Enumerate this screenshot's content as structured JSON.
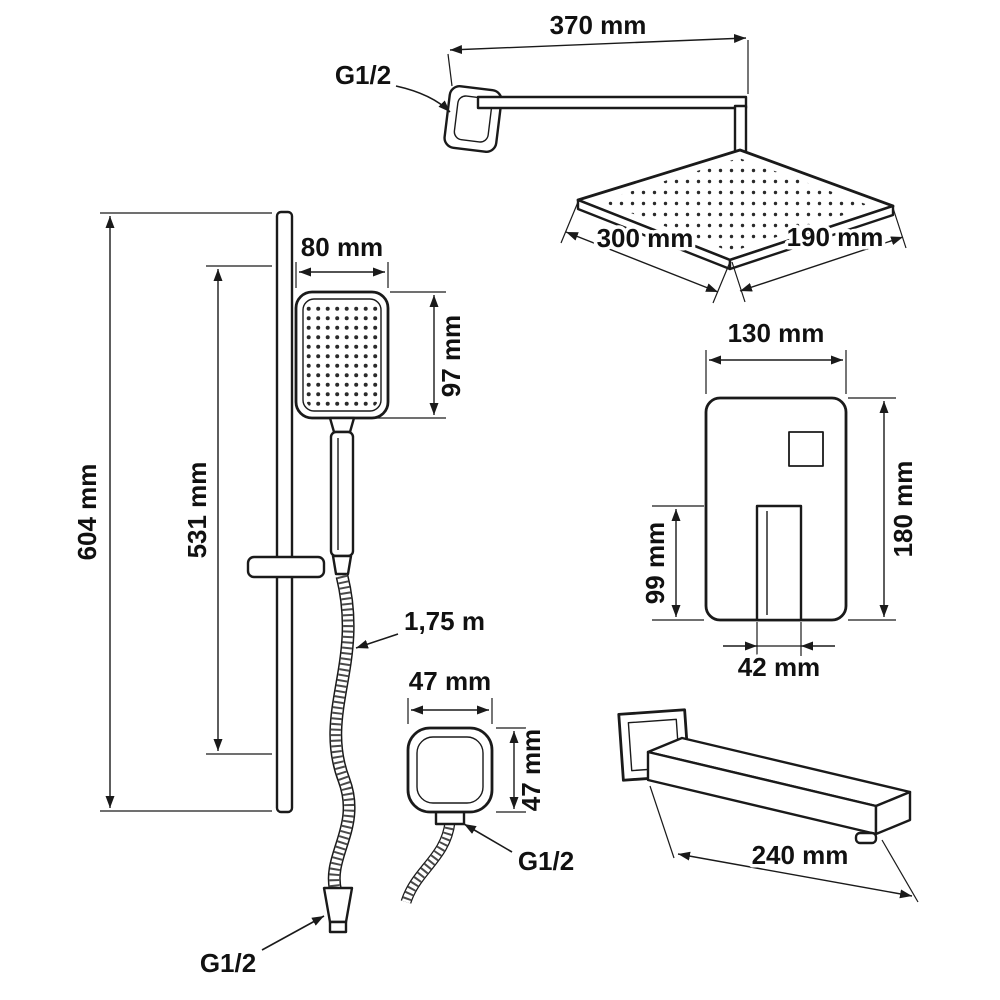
{
  "colors": {
    "line": "#1a1a1a",
    "background": "#ffffff",
    "dots": "#2a2a2a"
  },
  "overhead_shower": {
    "connection_label": "G1/2",
    "arm_length": "370 mm",
    "head_width": "300 mm",
    "head_depth": "190 mm"
  },
  "slide_bar": {
    "overall_height": "604 mm",
    "bar_length": "531 mm"
  },
  "hand_shower": {
    "width": "80 mm",
    "height": "97 mm"
  },
  "hose": {
    "length": "1,75 m",
    "connection_label": "G1/2"
  },
  "mixer": {
    "width": "130 mm",
    "height": "180 mm",
    "handle_height": "99 mm",
    "handle_width": "42 mm"
  },
  "wall_elbow": {
    "width": "47 mm",
    "height": "47 mm",
    "connection_label": "G1/2"
  },
  "bath_spout": {
    "length": "240 mm"
  }
}
